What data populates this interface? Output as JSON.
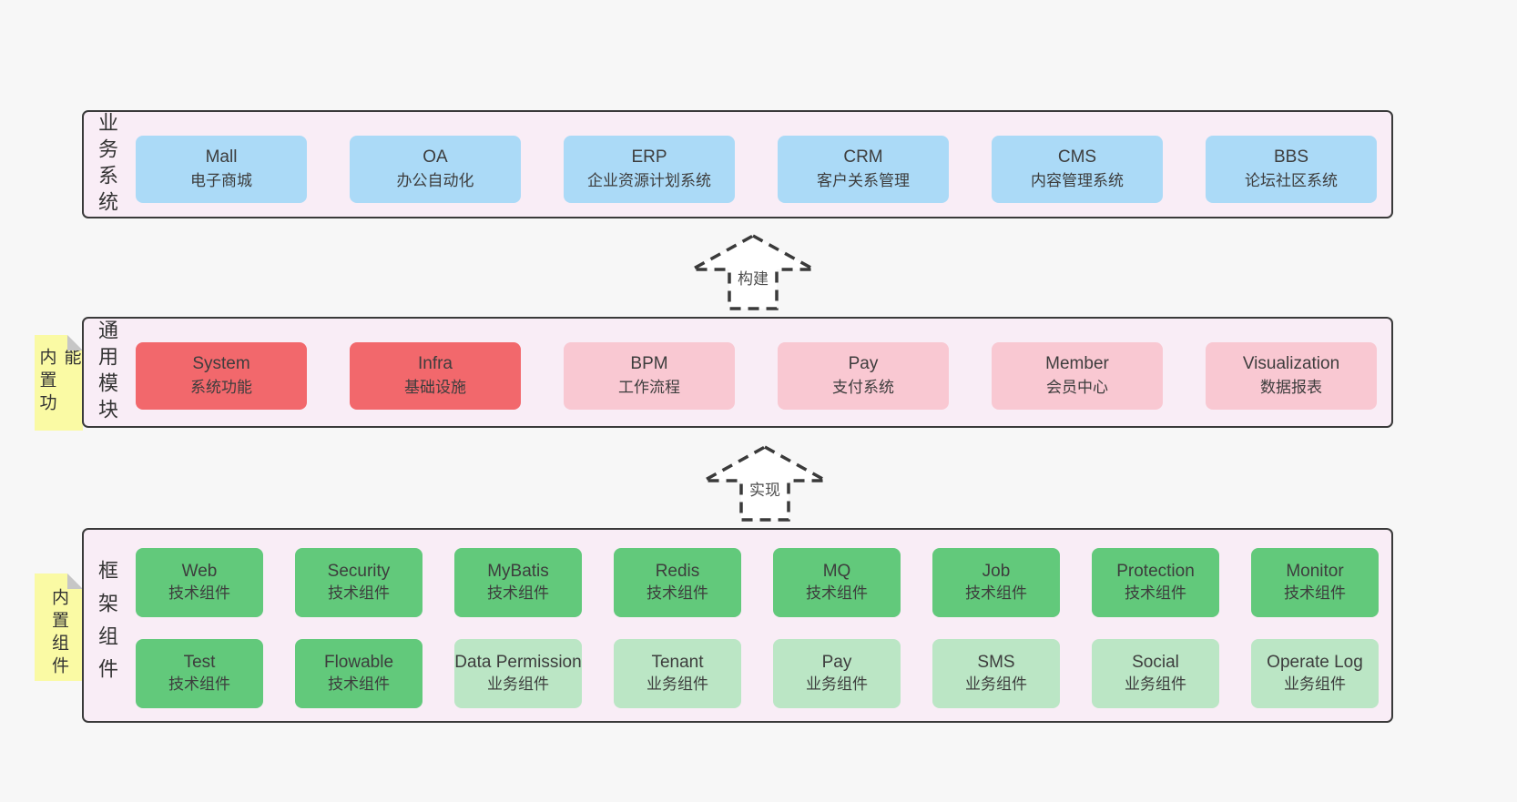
{
  "arrows": [
    {
      "label": "构建"
    },
    {
      "label": "实现"
    }
  ],
  "colors": {
    "page_background": "#f7f7f7",
    "panel_background": "#f9edf6",
    "panel_border": "#3a3a3a",
    "blue_box": "#abdaf7",
    "red_box": "#f2686c",
    "pink_box": "#f9c8d2",
    "green_box": "#62c97b",
    "light_green_box": "#bbe6c5",
    "sticky_note": "#fafaa4"
  },
  "layers": [
    {
      "id": "business-systems",
      "side_label": "业务系统",
      "boxes": [
        {
          "name": "Mall",
          "desc": "电子商城",
          "variant": "blue"
        },
        {
          "name": "OA",
          "desc": "办公自动化",
          "variant": "blue"
        },
        {
          "name": "ERP",
          "desc": "企业资源计划系统",
          "variant": "blue"
        },
        {
          "name": "CRM",
          "desc": "客户关系管理",
          "variant": "blue"
        },
        {
          "name": "CMS",
          "desc": "内容管理系统",
          "variant": "blue"
        },
        {
          "name": "BBS",
          "desc": "论坛社区系统",
          "variant": "blue"
        }
      ]
    },
    {
      "id": "common-modules",
      "side_label": "通用模块",
      "sticky_label": "内置功能",
      "boxes": [
        {
          "name": "System",
          "desc": "系统功能",
          "variant": "red"
        },
        {
          "name": "Infra",
          "desc": "基础设施",
          "variant": "red"
        },
        {
          "name": "BPM",
          "desc": "工作流程",
          "variant": "pink"
        },
        {
          "name": "Pay",
          "desc": "支付系统",
          "variant": "pink"
        },
        {
          "name": "Member",
          "desc": "会员中心",
          "variant": "pink"
        },
        {
          "name": "Visualization",
          "desc": "数据报表",
          "variant": "pink"
        }
      ]
    },
    {
      "id": "framework-components",
      "side_label": "框架组件",
      "sticky_label": "内置组件",
      "boxes": [
        {
          "name": "Web",
          "desc": "技术组件",
          "variant": "green"
        },
        {
          "name": "Security",
          "desc": "技术组件",
          "variant": "green"
        },
        {
          "name": "MyBatis",
          "desc": "技术组件",
          "variant": "green"
        },
        {
          "name": "Redis",
          "desc": "技术组件",
          "variant": "green"
        },
        {
          "name": "MQ",
          "desc": "技术组件",
          "variant": "green"
        },
        {
          "name": "Job",
          "desc": "技术组件",
          "variant": "green"
        },
        {
          "name": "Protection",
          "desc": "技术组件",
          "variant": "green"
        },
        {
          "name": "Monitor",
          "desc": "技术组件",
          "variant": "green"
        },
        {
          "name": "Test",
          "desc": "技术组件",
          "variant": "green"
        },
        {
          "name": "Flowable",
          "desc": "技术组件",
          "variant": "green"
        },
        {
          "name": "Data Permission",
          "desc": "业务组件",
          "variant": "lightgreen"
        },
        {
          "name": "Tenant",
          "desc": "业务组件",
          "variant": "lightgreen"
        },
        {
          "name": "Pay",
          "desc": "业务组件",
          "variant": "lightgreen"
        },
        {
          "name": "SMS",
          "desc": "业务组件",
          "variant": "lightgreen"
        },
        {
          "name": "Social",
          "desc": "业务组件",
          "variant": "lightgreen"
        },
        {
          "name": "Operate Log",
          "desc": "业务组件",
          "variant": "lightgreen"
        }
      ]
    }
  ]
}
